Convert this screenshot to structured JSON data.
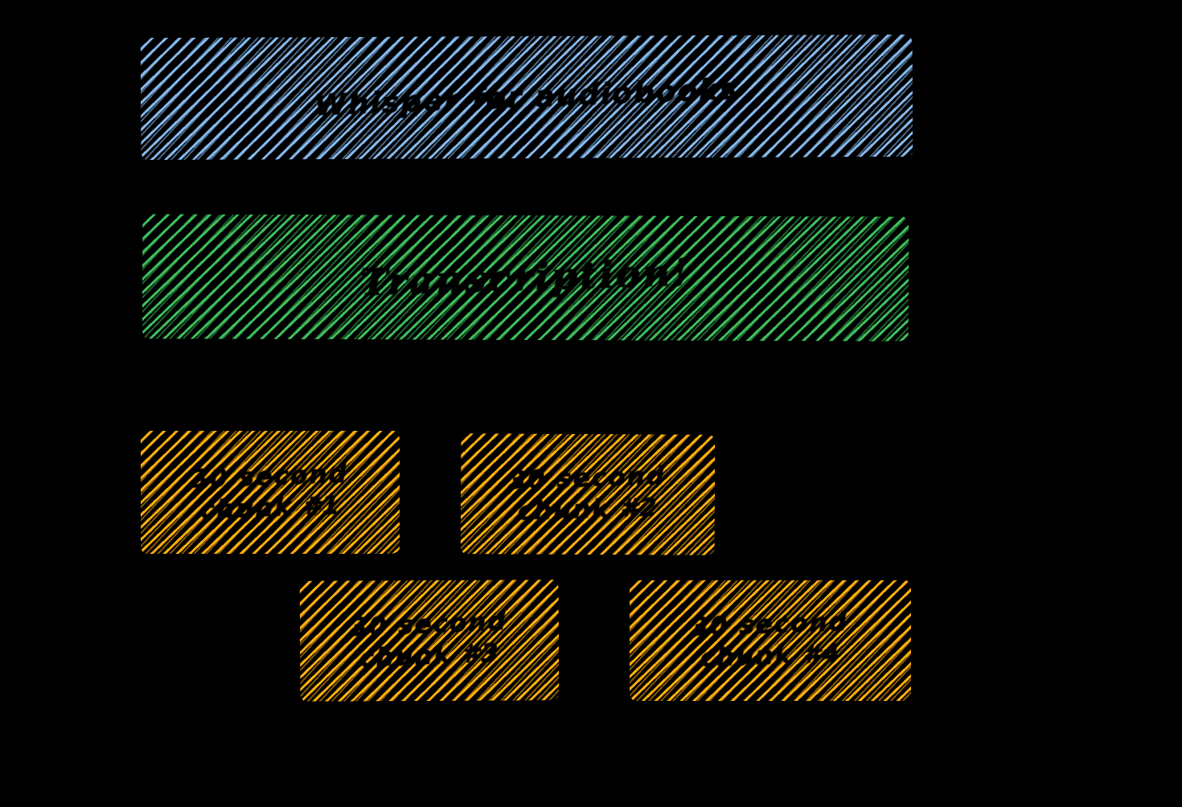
{
  "diagram": {
    "background_color": "#000000",
    "text_color": "#000000",
    "bars": {
      "blue": {
        "label": "Whisper for audiobooks",
        "hatch_color": "#85b8ea",
        "style": "diagonal-hatch"
      },
      "green": {
        "label": "Transcription!",
        "hatch_color": "#3dbe5c",
        "style": "diagonal-hatch"
      }
    },
    "chunks": {
      "hatch_color": "#ffaf0c",
      "style": "diagonal-hatch",
      "items": [
        {
          "line1": "30 second",
          "line2": "chunk #1"
        },
        {
          "line1": "30 second",
          "line2": "chunk #2"
        },
        {
          "line1": "30 second",
          "line2": "chunk #3"
        },
        {
          "line1": "30 second",
          "line2": "chunk #4"
        }
      ]
    }
  }
}
